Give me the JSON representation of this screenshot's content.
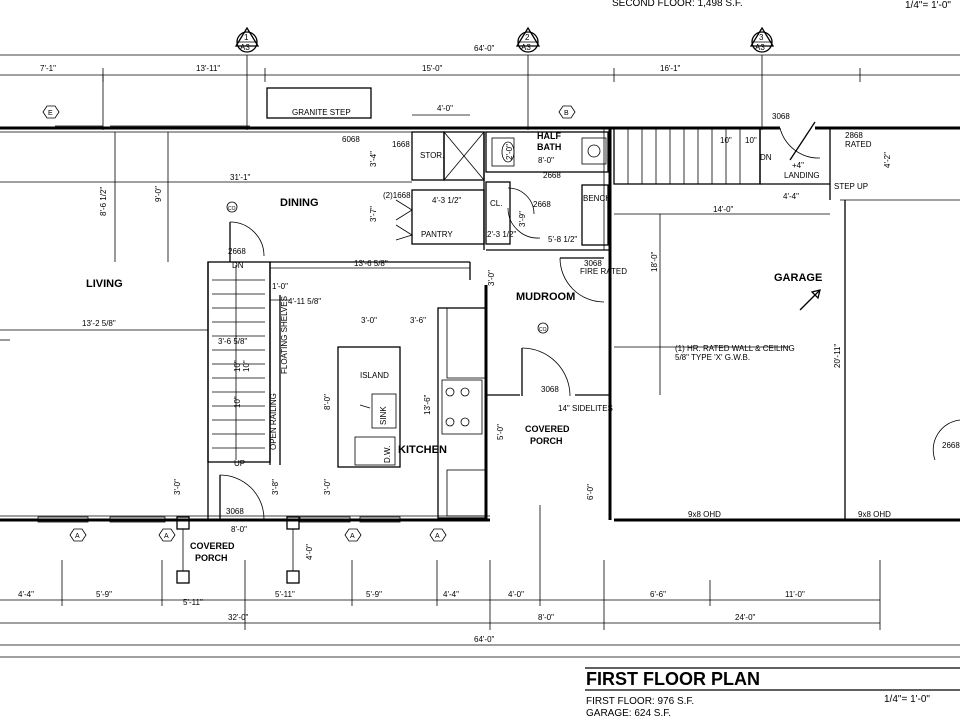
{
  "header": {
    "second_floor": "SECOND FLOOR: 1,498 S.F.",
    "scale_top": "1/4\"= 1'-0\""
  },
  "section_markers": [
    {
      "num": "1",
      "sheet": "A3"
    },
    {
      "num": "2",
      "sheet": "A3"
    },
    {
      "num": "3",
      "sheet": "A3"
    }
  ],
  "grid_tags": {
    "e": "E",
    "b": "B",
    "a": "A"
  },
  "dimensions": {
    "top_overall": "64'-0\"",
    "top_7_1": "7'-1\"",
    "top_13_11": "13'-11\"",
    "top_15_0": "15'-0\"",
    "top_16_1": "16'-1\"",
    "d_4_0_top": "4'-0\"",
    "d_31_1": "31'-1\"",
    "d_8_6": "8'-6 1/2\"",
    "d_9_0": "9'-0\"",
    "d_3_4": "3'-4\"",
    "d_3_7": "3'-7\"",
    "d_4_3": "4'-3 1/2\"",
    "d_3_9": "3'-9\"",
    "d_2_3": "2'-3 1/2\"",
    "d_5_8": "5'-8 1/2\"",
    "d_8_0_bath": "8'-0\"",
    "d_2_0": "2'-0\"",
    "d_13_6": "13'-6 5/8\"",
    "d_1_0": "1'-0\"",
    "d_4_11": "4'-11 5/8\"",
    "d_3_0_a": "3'-0\"",
    "d_3_6": "3'-6\"",
    "d_3_6_58": "3'-6 5/8\"",
    "d_10_a": "10\"",
    "d_10_b": "10\"",
    "d_10_c": "10\"",
    "d_13_2": "13'-2 5/8\"",
    "d_8_0_island": "8'-0\"",
    "d_13_6_k": "13'-6\"",
    "d_3_0_b": "3'-0\"",
    "d_5_0": "5'-0\"",
    "d_3_0_c": "3'-0\"",
    "d_3_0_d": "3'-0\"",
    "d_3_8": "3'-8\"",
    "d_8_0_porch": "8'-0\"",
    "d_4_0_porch": "4'-0\"",
    "d_6_0": "6'-0\"",
    "d_14_0": "14'-0\"",
    "d_18_0": "18'-0\"",
    "d_20_11": "20'-11\"",
    "d_4_4_top": "4'-4\"",
    "d_4_2": "4'-2\"",
    "d_10_stair_a": "10\"",
    "d_10_stair_b": "10\"",
    "d_4_landing": "+4\"",
    "b_4_4": "4'-4\"",
    "b_5_9": "5'-9\"",
    "b_5_11a": "5'-11\"",
    "b_5_11b": "5'-11\"",
    "b_5_9b": "5'-9\"",
    "b_4_4b": "4'-4\"",
    "b_4_0": "4'-0\"",
    "b_6_6": "6'-6\"",
    "b_11_0": "11'-0\"",
    "b_32_0": "32'-0\"",
    "b_8_0": "8'-0\"",
    "b_24_0": "24'-0\"",
    "b_64_0": "64'-0\""
  },
  "rooms": {
    "living": "LIVING",
    "dining": "DINING",
    "kitchen": "KITCHEN",
    "mudroom": "MUDROOM",
    "garage": "GARAGE",
    "half_bath_1": "HALF",
    "half_bath_2": "BATH",
    "covered_porch_rear_1": "COVERED",
    "covered_porch_rear_2": "PORCH",
    "covered_porch_front_1": "COVERED",
    "covered_porch_front_2": "PORCH"
  },
  "labels": {
    "granite_step": "GRANITE STEP",
    "door_6068": "6068",
    "door_1668": "1668",
    "stor": "STOR.",
    "door_2_1668": "(2)1668",
    "pantry": "PANTRY",
    "cl": "CL.",
    "door_2668_a": "2668",
    "door_2668_b": "2668",
    "door_2668_c": "2668",
    "bench": "BENCH",
    "door_3068_fire": "3068",
    "fire_rated": "FIRE RATED",
    "dn_stair": "DN",
    "up_stair": "UP",
    "floating_shelves": "FLOATING SHELVES",
    "open_railing": "OPEN RAILING",
    "island": "ISLAND",
    "sink": "SINK",
    "dw": "D.W.",
    "door_3068_mud": "3068",
    "sidelites": "14\" SIDELITES",
    "door_3068_front": "3068",
    "door_3068_garage": "3068",
    "door_2868": "2868",
    "rated": "RATED",
    "dn_garage": "DN",
    "landing": "LANDING",
    "step_up": "STEP UP",
    "rated_wall_1": "(1) HR. RATED WALL & CEILING",
    "rated_wall_2": "5/8\" TYPE 'X' G.W.B.",
    "ohd_1": "9x8 OHD",
    "ohd_2": "9x8 OHD",
    "door_2668_garage": "2668",
    "co": "CO"
  },
  "footer": {
    "title": "FIRST FLOOR PLAN",
    "first_floor": "FIRST FLOOR: 976 S.F.",
    "garage": "GARAGE: 624 S.F.",
    "scale": "1/4\"= 1'-0\""
  }
}
